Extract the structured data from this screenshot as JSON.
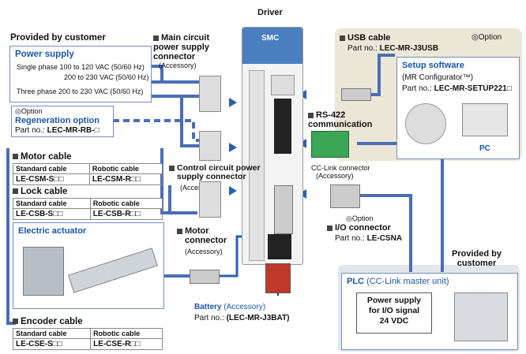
{
  "driver_label": "Driver",
  "driver_brand": "SMC",
  "customer_left": "Provided by customer",
  "customer_right_line1": "Provided by",
  "customer_right_line2": "customer",
  "power_supply": {
    "title": "Power supply",
    "line1": "Single phase 100 to 120 VAC (50/60 Hz)",
    "line2": "200 to 230 VAC (50/60 Hz)",
    "line3": "Three phase 200 to 230 VAC (50/60 Hz)"
  },
  "regen": {
    "option": "◎Option",
    "title": "Regeneration option",
    "partno_label": "Part no.:",
    "partno": "LEC-MR-RB-□"
  },
  "main_circuit": {
    "line1": "Main circuit",
    "line2": "power supply",
    "line3": "connector",
    "accessory": "(Accessory)"
  },
  "usb": {
    "title": "USB cable",
    "option": "◎Option",
    "partno_label": "Part no.:",
    "partno": "LEC-MR-J3USB"
  },
  "setup": {
    "title": "Setup software",
    "line1": "(MR Configurator™)",
    "partno_label": "Part no.:",
    "partno": "LEC-MR-SETUP221□",
    "pc": "PC"
  },
  "rs422": {
    "line1": "RS-422",
    "line2": "communication"
  },
  "cclink": {
    "line1": "CC-Link connector",
    "line2": "(Accessory)"
  },
  "motor_cable": {
    "title": "Motor cable",
    "h1": "Standard cable",
    "h2": "Robotic cable",
    "v1": "LE-CSM-S□□",
    "v2": "LE-CSM-R□□"
  },
  "lock_cable": {
    "title": "Lock cable",
    "h1": "Standard cable",
    "h2": "Robotic cable",
    "v1": "LE-CSB-S□□",
    "v2": "LE-CSB-R□□"
  },
  "encoder_cable": {
    "title": "Encoder cable",
    "h1": "Standard cable",
    "h2": "Robotic cable",
    "v1": "LE-CSE-S□□",
    "v2": "LE-CSE-R□□"
  },
  "control_circuit": {
    "line1": "Control circuit power",
    "line2": "supply connector",
    "accessory": "(Accessory)"
  },
  "electric_actuator": "Electric actuator",
  "motor_connector": {
    "line1": "Motor",
    "line2": "connector",
    "accessory": "(Accessory)"
  },
  "io": {
    "option": "◎Option",
    "title": "I/O connector",
    "partno_label": "Part no.:",
    "partno": "LE-CSNA"
  },
  "battery": {
    "title": "Battery",
    "accessory": "(Accessory)",
    "partno_label": "Part no.:",
    "partno": "(LEC-MR-J3BAT)"
  },
  "plc": {
    "title": "PLC",
    "sub": "(CC-Link master unit)",
    "ps_line1": "Power supply",
    "ps_line2": "for I/O signal",
    "ps_line3": "24 VDC"
  },
  "colors": {
    "cable": "#4a6db5",
    "arrow": "#2a5fb0",
    "option_bg": "#ece6d6",
    "box_border": "#6f8fbf"
  }
}
